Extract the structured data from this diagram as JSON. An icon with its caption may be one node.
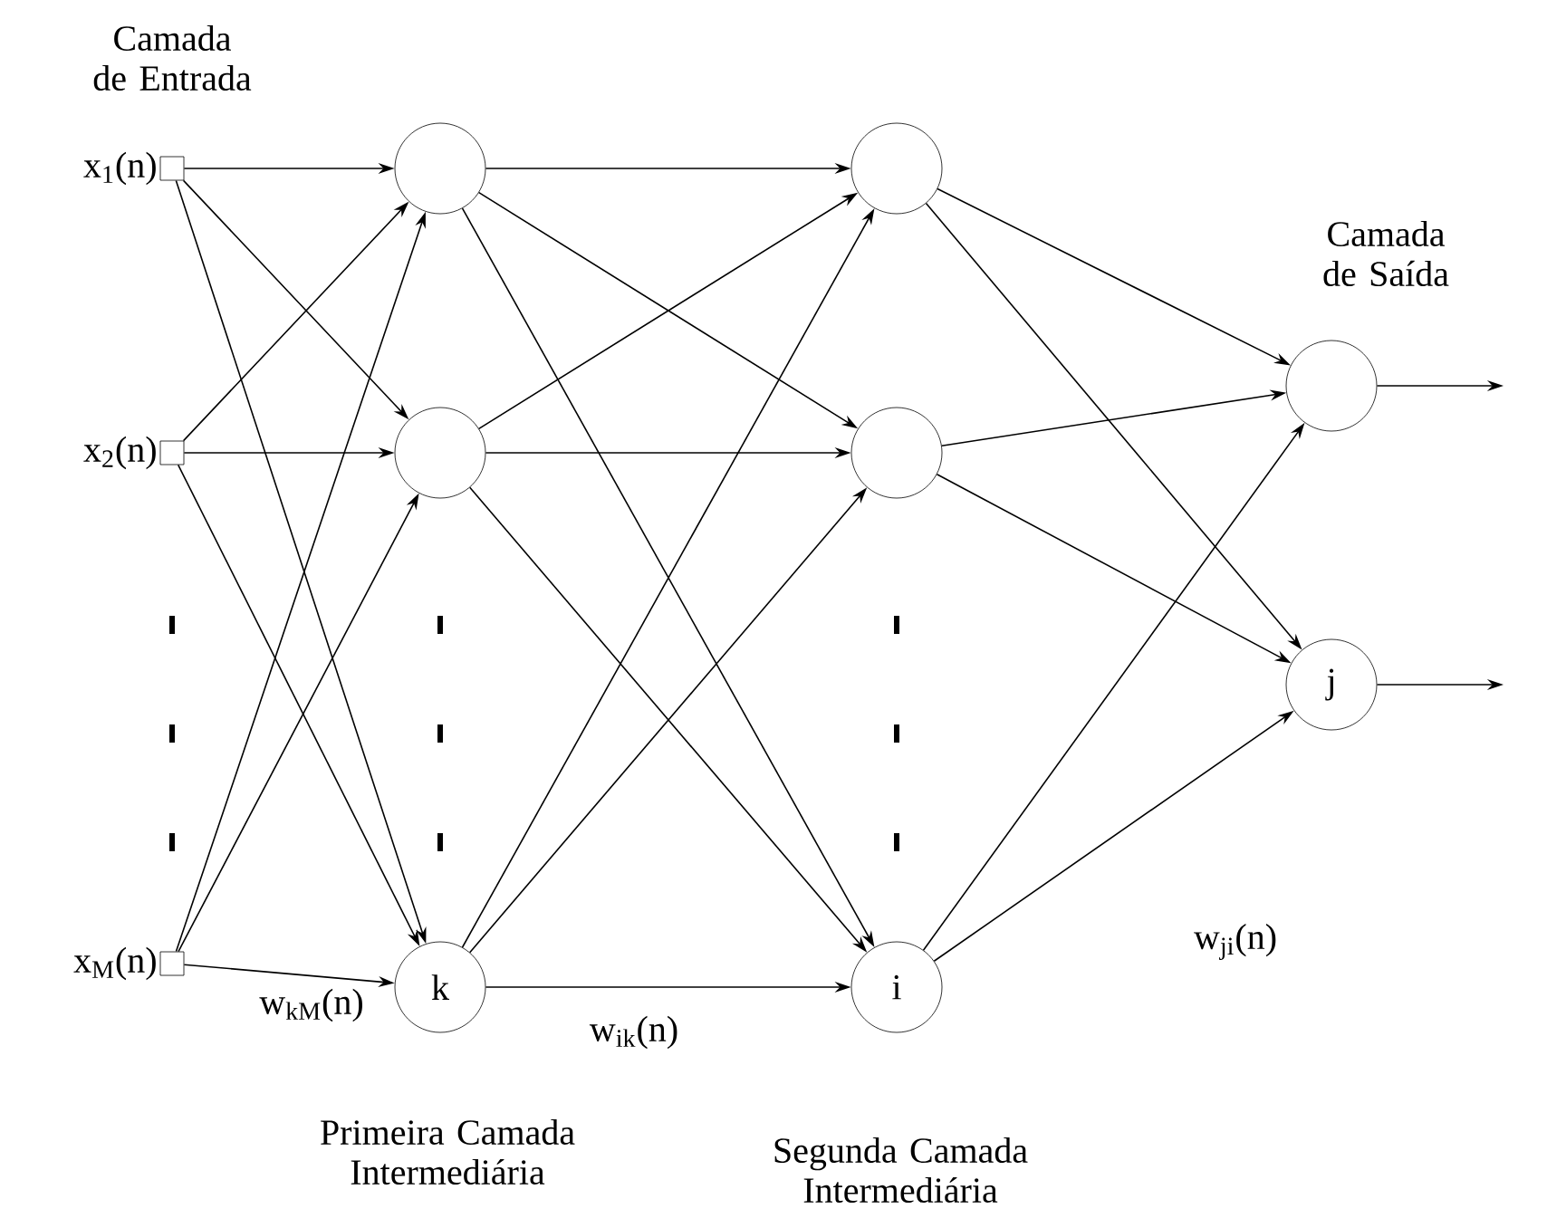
{
  "diagram": {
    "nodes": [
      {
        "text": [],
        "shape": "box",
        "beside": [
          "x$_{1}$(n)"
        ]
      },
      {
        "text": [],
        "shape": "box",
        "beside": [
          "x$_{2}$(n)"
        ]
      },
      {
        "text": [],
        "shape": "box",
        "beside": [
          "x$_{M}$(n)"
        ]
      },
      {
        "text": [],
        "shape": "circle"
      },
      {
        "text": [],
        "shape": "circle"
      },
      {
        "text": [
          "k"
        ]
      },
      {
        "text": [],
        "shape": "circle"
      },
      {
        "text": [],
        "shape": "circle"
      },
      {
        "text": [
          "i"
        ]
      },
      {
        "text": [],
        "shape": "circle"
      },
      {
        "text": [
          "j"
        ]
      }
    ],
    "edges": [
      {
        "from": 0,
        "to": 3,
        "arrow": "to"
      },
      {
        "from": 0,
        "to": 4,
        "arrow": "to"
      },
      {
        "from": 0,
        "to": 5,
        "arrow": "to"
      },
      {
        "from": 1,
        "to": 3,
        "arrow": "to"
      },
      {
        "from": 1,
        "to": 4,
        "arrow": "to"
      },
      {
        "from": 1,
        "to": 5,
        "arrow": "to"
      },
      {
        "from": 2,
        "to": 3,
        "arrow": "to"
      },
      {
        "from": 2,
        "to": 4,
        "arrow": "to"
      },
      {
        "from": 2,
        "to": 5,
        "arrow": "to"
      },
      {
        "from": 3,
        "to": 6,
        "arrow": "to"
      },
      {
        "from": 3,
        "to": 7,
        "arrow": "to"
      },
      {
        "from": 3,
        "to": 8,
        "arrow": "to"
      },
      {
        "from": 4,
        "to": 6,
        "arrow": "to"
      },
      {
        "from": 4,
        "to": 7,
        "arrow": "to"
      },
      {
        "from": 4,
        "to": 8,
        "arrow": "to"
      },
      {
        "from": 5,
        "to": 6,
        "arrow": "to"
      },
      {
        "from": 5,
        "to": 7,
        "arrow": "to"
      },
      {
        "from": 5,
        "to": 8,
        "arrow": "to"
      },
      {
        "from": 6,
        "to": 9,
        "arrow": "to"
      },
      {
        "from": 6,
        "to": 10,
        "arrow": "to"
      },
      {
        "from": 7,
        "to": 9,
        "arrow": "to"
      },
      {
        "from": 7,
        "to": 10,
        "arrow": "to"
      },
      {
        "from": 8,
        "to": 9,
        "arrow": "to"
      },
      {
        "from": 8,
        "to": 10,
        "arrow": "to"
      },
      {
        "from": 9,
        "to": null,
        "arrow": "to"
      },
      {
        "from": 10,
        "to": null,
        "arrow": "to"
      }
    ],
    "labels": [
      "Camada de Entrada",
      "Camada de Saída",
      "w$_{kM}$(n)",
      "w$_{ik}$(n)",
      "w$_{ji}$(n)",
      "Primeira Camada Intermediária",
      "Segunda Camada Intermediária"
    ]
  }
}
